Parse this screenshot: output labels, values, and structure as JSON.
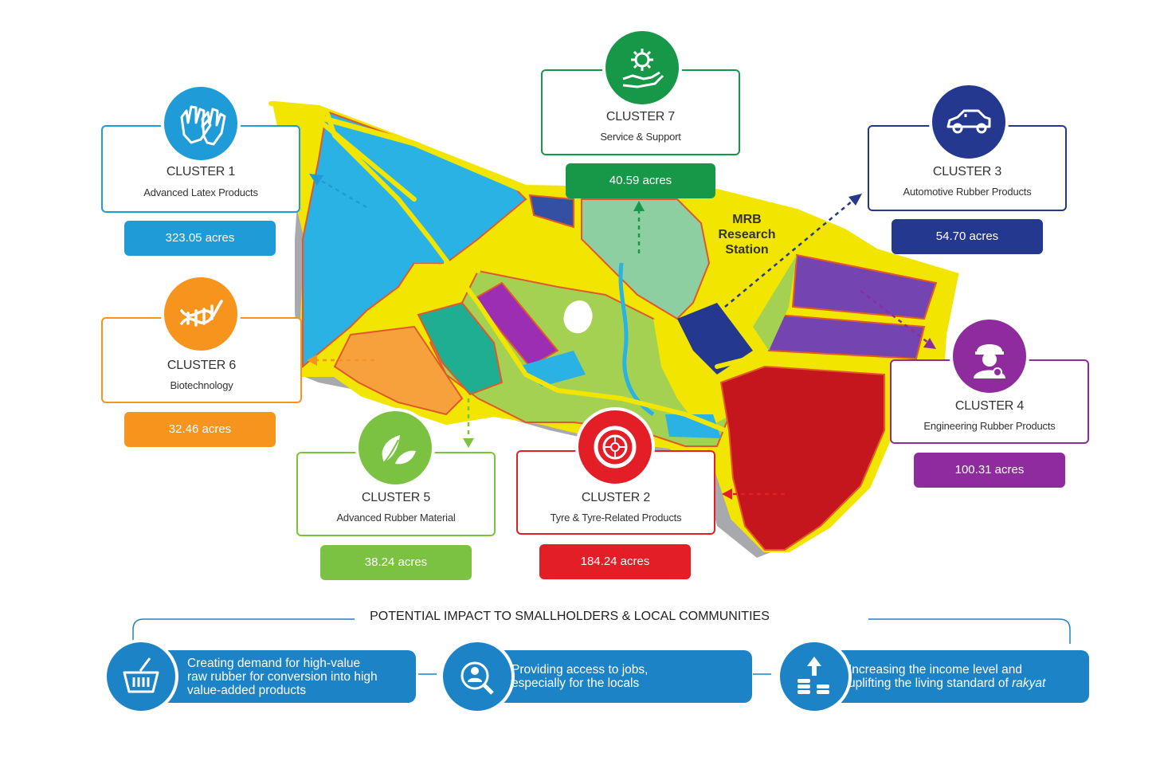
{
  "clusters": [
    {
      "id": "c1",
      "title": "CLUSTER 1",
      "subtitle": "Advanced Latex Products",
      "acres": "323.05 acres",
      "color": "#1f9bd7",
      "icon": "gloves-icon"
    },
    {
      "id": "c2",
      "title": "CLUSTER 2",
      "subtitle": "Tyre & Tyre-Related Products",
      "acres": "184.24 acres",
      "color": "#e41e26",
      "icon": "tyre-icon"
    },
    {
      "id": "c3",
      "title": "CLUSTER 3",
      "subtitle": "Automotive Rubber Products",
      "acres": "54.70 acres",
      "color": "#25388f",
      "icon": "car-icon"
    },
    {
      "id": "c4",
      "title": "CLUSTER 4",
      "subtitle": "Engineering Rubber Products",
      "acres": "100.31 acres",
      "color": "#8e2c9d",
      "icon": "engineer-icon"
    },
    {
      "id": "c5",
      "title": "CLUSTER 5",
      "subtitle": "Advanced Rubber Material",
      "acres": "38.24 acres",
      "color": "#7cc242",
      "icon": "leaf-icon"
    },
    {
      "id": "c6",
      "title": "CLUSTER 6",
      "subtitle": "Biotechnology",
      "acres": "32.46 acres",
      "color": "#f7941d",
      "icon": "dna-icon"
    },
    {
      "id": "c7",
      "title": "CLUSTER 7",
      "subtitle": "Service & Support",
      "acres": "40.59 acres",
      "color": "#179848",
      "icon": "gear-hand-icon"
    }
  ],
  "map_label": {
    "line1": "MRB",
    "line2": "Research",
    "line3": "Station"
  },
  "impact": {
    "header": "POTENTIAL IMPACT TO SMALLHOLDERS & LOCAL COMMUNITIES",
    "color": "#1c83c6",
    "items": [
      {
        "icon": "basket-icon",
        "line1": "Creating demand for high-value",
        "line2": "raw rubber for conversion into high",
        "line3": "value-added products"
      },
      {
        "icon": "job-search-icon",
        "line1": "Providing access to jobs,",
        "line2": "especially for the locals",
        "line3": ""
      },
      {
        "icon": "income-growth-icon",
        "line1": "Increasing the income level and",
        "line2": "uplifting the living standard of",
        "line2_italic": "rakyat",
        "line3": ""
      }
    ]
  }
}
